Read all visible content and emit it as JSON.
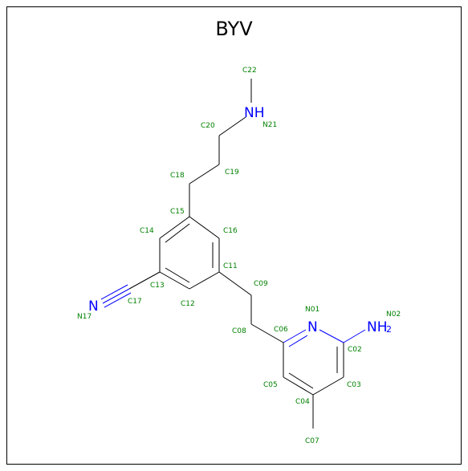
{
  "title": "BYV",
  "colors": {
    "bond": "#000000",
    "nitrogen": "#0000ff",
    "label": "#008000"
  },
  "atom_labels": {
    "C22": "C22",
    "N21": "N21",
    "C20": "C20",
    "C19": "C19",
    "C18": "C18",
    "C15": "C15",
    "C14": "C14",
    "C16": "C16",
    "C13": "C13",
    "C11": "C11",
    "C12": "C12",
    "C17": "C17",
    "N17": "N17",
    "C09": "C09",
    "C08": "C08",
    "N01": "N01",
    "N02": "N02",
    "C06": "C06",
    "C02": "C02",
    "C05": "C05",
    "C03": "C03",
    "C04": "C04",
    "C07": "C07"
  },
  "heteroatoms": {
    "nh_amine": "NH",
    "n_nitrile": "N",
    "n_ring": "N",
    "nh2_base": "NH",
    "nh2_sub": "2"
  }
}
